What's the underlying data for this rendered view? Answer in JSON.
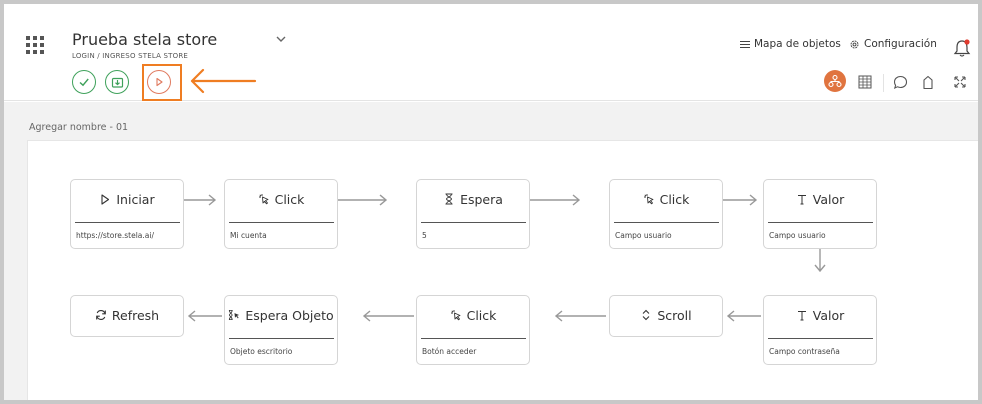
{
  "header": {
    "title": "Prueba stela store",
    "breadcrumb": "LOGIN / INGRESO STELA STORE",
    "objects_map": "Mapa de objetos",
    "configuration": "Configuración"
  },
  "main": {
    "section_label": "Agregar nombre - 01"
  },
  "flow": {
    "nodes": [
      {
        "title": "Iniciar",
        "subtitle": "https://store.stela.ai/",
        "icon": "play-icon"
      },
      {
        "title": "Click",
        "subtitle": "Mi cuenta",
        "icon": "pointer-click-icon"
      },
      {
        "title": "Espera",
        "subtitle": "5",
        "icon": "hourglass-icon"
      },
      {
        "title": "Click",
        "subtitle": "Campo usuario",
        "icon": "pointer-click-icon"
      },
      {
        "title": "Valor",
        "subtitle": "Campo usuario",
        "icon": "text-t-icon"
      },
      {
        "title": "Valor",
        "subtitle": "Campo contraseña",
        "icon": "text-t-icon"
      },
      {
        "title": "Scroll",
        "subtitle": "",
        "icon": "up-down-chevron-icon"
      },
      {
        "title": "Click",
        "subtitle": "Botón acceder",
        "icon": "pointer-click-icon"
      },
      {
        "title": "Espera Objeto",
        "subtitle": "Objeto escritorio",
        "icon": "wait-object-icon"
      },
      {
        "title": "Refresh",
        "subtitle": "",
        "icon": "refresh-icon"
      }
    ]
  },
  "colors": {
    "accent": "#e0743f",
    "highlight": "#ef7d22",
    "success": "#3fa15b",
    "border": "#d5d5d5"
  }
}
